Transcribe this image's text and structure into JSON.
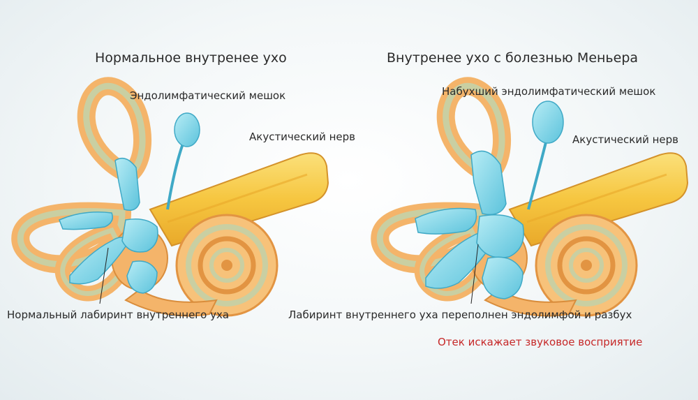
{
  "left": {
    "title": "Нормальное внутренее ухо",
    "sac_label": "Эндолимфатический мешок",
    "nerve_label": "Акустический нерв",
    "labyrinth_label": "Нормальный лабиринт внутреннего уха"
  },
  "right": {
    "title": "Внутренее ухо с болезнью Меньера",
    "sac_label": "Набухший эндолимфатический мешок",
    "nerve_label": "Акустический нерв",
    "labyrinth_label": "Лабиринт внутреннего уха переполнен эндолимфой и разбух",
    "warning": "Отек искажает звуковое восприятие"
  },
  "colors": {
    "bone_outer": "#f4b46a",
    "bone_inner": "#c9cfa2",
    "nerve": "#f6c640",
    "endolymph": "#7fd1e4",
    "warning_text": "#c62828"
  }
}
